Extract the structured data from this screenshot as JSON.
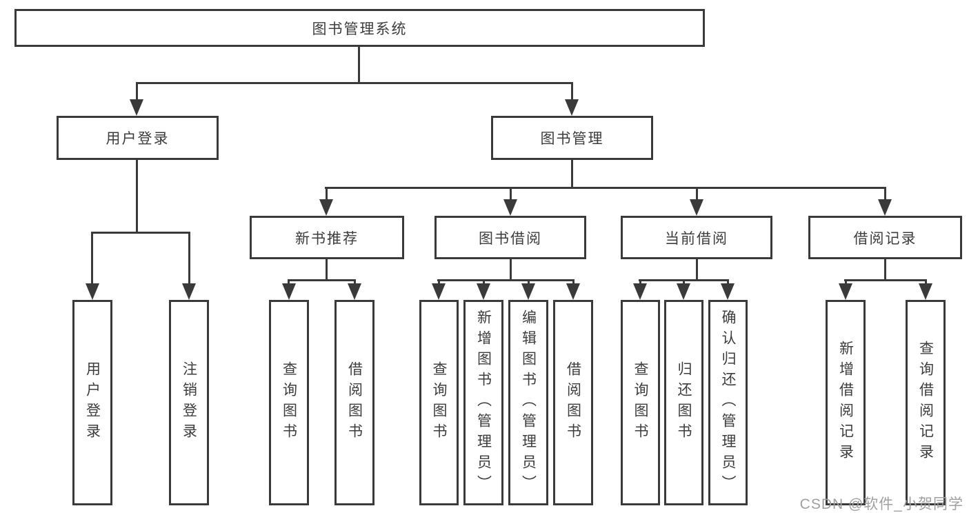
{
  "diagram": {
    "root": {
      "label": "图书管理系统"
    },
    "level2": [
      {
        "label": "用户登录",
        "parent": "图书管理系统"
      },
      {
        "label": "图书管理",
        "parent": "图书管理系统"
      }
    ],
    "level3": [
      {
        "label": "新书推荐",
        "parent": "图书管理"
      },
      {
        "label": "图书借阅",
        "parent": "图书管理"
      },
      {
        "label": "当前借阅",
        "parent": "图书管理"
      },
      {
        "label": "借阅记录",
        "parent": "图书管理"
      }
    ],
    "leaves": [
      {
        "label": "用户登录",
        "parent": "用户登录"
      },
      {
        "label": "注销登录",
        "parent": "用户登录"
      },
      {
        "label": "查询图书",
        "parent": "新书推荐"
      },
      {
        "label": "借阅图书",
        "parent": "新书推荐"
      },
      {
        "label": "查询图书",
        "parent": "图书借阅"
      },
      {
        "label": "新增图书（管理员）",
        "parent": "图书借阅"
      },
      {
        "label": "编辑图书（管理员）",
        "parent": "图书借阅"
      },
      {
        "label": "借阅图书",
        "parent": "图书借阅"
      },
      {
        "label": "查询图书",
        "parent": "当前借阅"
      },
      {
        "label": "归还图书",
        "parent": "当前借阅"
      },
      {
        "label": "确认归还（管理员）",
        "parent": "当前借阅"
      },
      {
        "label": "新增借阅记录",
        "parent": "借阅记录"
      },
      {
        "label": "查询借阅记录",
        "parent": "借阅记录"
      }
    ],
    "watermark": "CSDN @软件_小贺同学",
    "colors": {
      "line": "#3a3a3a",
      "text": "#3c3c3c",
      "watermark": "#9f9f9f",
      "background": "#ffffff"
    }
  }
}
